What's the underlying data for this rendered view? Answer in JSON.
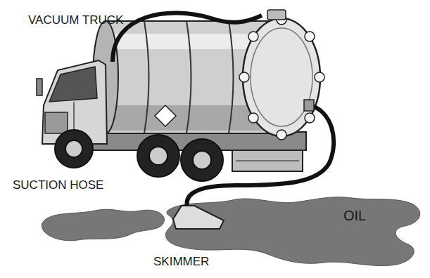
{
  "diagram": {
    "labels": [
      "VACUUM TRUCK",
      "SUCTION HOSE",
      "OIL",
      "SKIMMER"
    ]
  }
}
